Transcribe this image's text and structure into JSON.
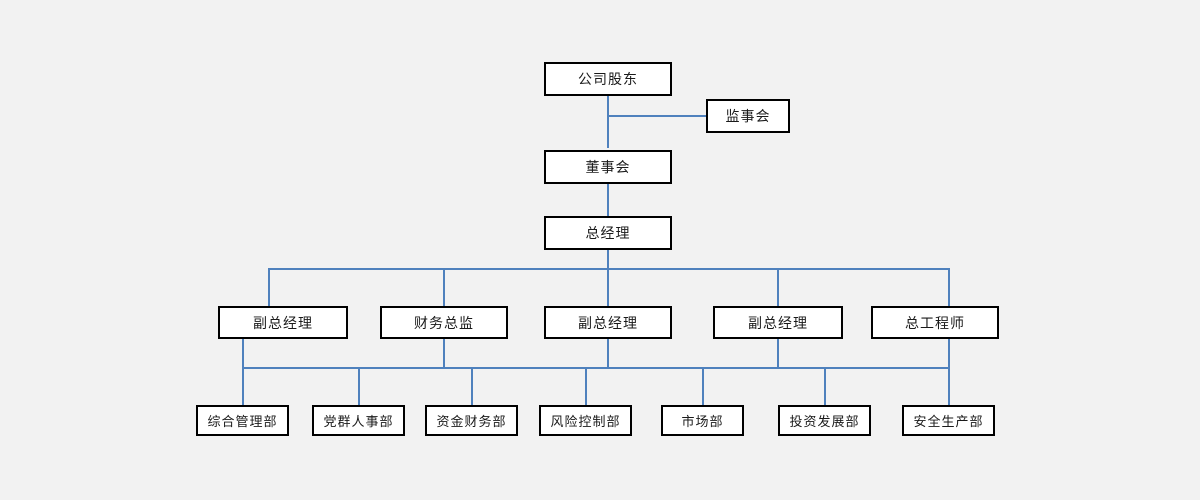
{
  "chart": {
    "type": "org-chart",
    "title": "",
    "background_color": "#f2f2f2",
    "box_fill_color": "#ffffff",
    "box_border_color": "#000000",
    "connector_color": "#4f81bd",
    "nodes": [
      {
        "id": "shareholders",
        "label": "公司股东",
        "level": 1
      },
      {
        "id": "supervisors",
        "label": "监事会",
        "level": 2
      },
      {
        "id": "board",
        "label": "董事会",
        "level": 2
      },
      {
        "id": "gm",
        "label": "总经理",
        "level": 3
      },
      {
        "id": "dgm1",
        "label": "副总经理",
        "level": 4
      },
      {
        "id": "cfo",
        "label": "财务总监",
        "level": 4
      },
      {
        "id": "dgm2",
        "label": "副总经理",
        "level": 4
      },
      {
        "id": "dgm3",
        "label": "副总经理",
        "level": 4
      },
      {
        "id": "chiefeng",
        "label": "总工程师",
        "level": 4
      },
      {
        "id": "dept1",
        "label": "综合管理部",
        "level": 5
      },
      {
        "id": "dept2",
        "label": "党群人事部",
        "level": 5
      },
      {
        "id": "dept3",
        "label": "资金财务部",
        "level": 5
      },
      {
        "id": "dept4",
        "label": "风险控制部",
        "level": 5
      },
      {
        "id": "dept5",
        "label": "市场部",
        "level": 5
      },
      {
        "id": "dept6",
        "label": "投资发展部",
        "level": 5
      },
      {
        "id": "dept7",
        "label": "安全生产部",
        "level": 5
      }
    ]
  },
  "boxes": {
    "shareholders": "公司股东",
    "supervisors": "监事会",
    "board": "董事会",
    "gm": "总经理",
    "dgm1": "副总经理",
    "cfo": "财务总监",
    "dgm2": "副总经理",
    "dgm3": "副总经理",
    "chiefeng": "总工程师",
    "dept1": "综合管理部",
    "dept2": "党群人事部",
    "dept3": "资金财务部",
    "dept4": "风险控制部",
    "dept5": "市场部",
    "dept6": "投资发展部",
    "dept7": "安全生产部"
  }
}
